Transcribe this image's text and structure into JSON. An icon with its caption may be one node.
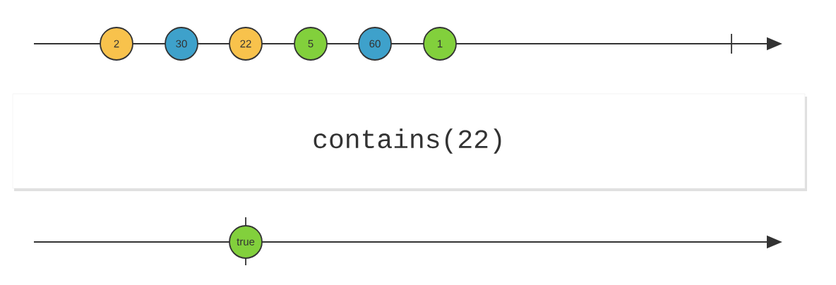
{
  "diagram": {
    "nodes": [
      {
        "text": [
          "2"
        ]
      },
      {
        "text": [
          "30"
        ]
      },
      {
        "text": [
          "22"
        ]
      },
      {
        "text": [
          "5"
        ]
      },
      {
        "text": [
          "60"
        ]
      },
      {
        "text": [
          "1"
        ]
      },
      {
        "text": [
          "contains(22)"
        ]
      },
      {
        "text": [
          "true"
        ]
      }
    ]
  }
}
